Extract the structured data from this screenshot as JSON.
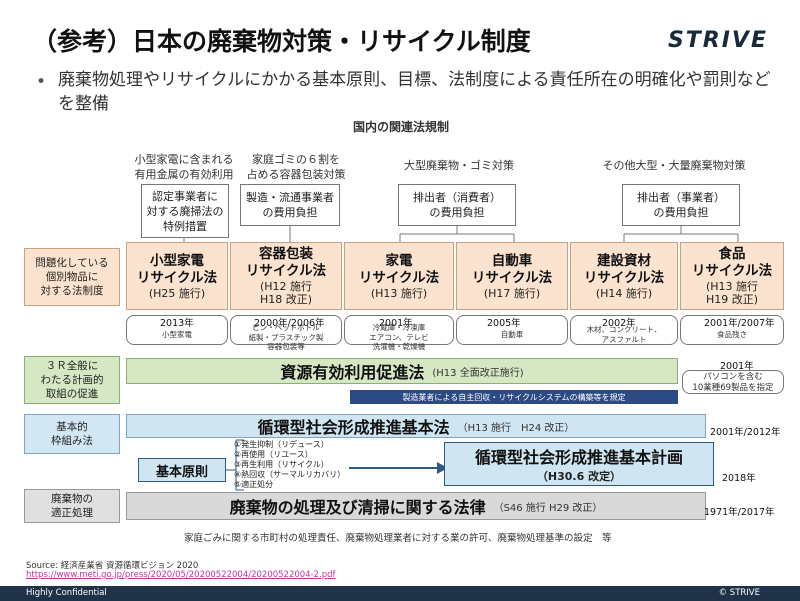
{
  "header": {
    "title": "（参考）日本の廃棄物対策・リサイクル制度",
    "logo": "STRIVE",
    "bullet_marker": "•",
    "bullet": "廃棄物処理やリサイクルにかかる基本原則、目標、法制度による責任所在の明確化や罰則などを整備"
  },
  "diagram": {
    "title": "国内の関連法規制",
    "categories": [
      {
        "line1": "小型家電に含まれる",
        "line2": "有用金属の有効利用"
      },
      {
        "line1": "家庭ゴミの６割を",
        "line2": "占める容器包装対策"
      },
      {
        "line1": "大型廃棄物・ゴミ対策",
        "line2": ""
      },
      {
        "line1": "その他大型・大量廃棄物対策",
        "line2": ""
      }
    ],
    "top_boxes": [
      {
        "line1": "認定事業者に",
        "line2": "対する廃掃法の",
        "line3": "特例措置"
      },
      {
        "line1": "製造・流通事業者",
        "line2": "の費用負担",
        "line3": ""
      },
      {
        "line1": "排出者（消費者）",
        "line2": "の費用負担",
        "line3": ""
      },
      {
        "line1": "排出者（事業者）",
        "line2": "の費用負担",
        "line3": ""
      }
    ],
    "left_labels": [
      {
        "line1": "問題化している",
        "line2": "個別物品に",
        "line3": "対する法制度"
      },
      {
        "line1": "３Ｒ全般に",
        "line2": "わたる計画的",
        "line3": "取組の促進"
      },
      {
        "line1": "基本的",
        "line2": "枠組み法",
        "line3": ""
      },
      {
        "line1": "廃棄物の",
        "line2": "適正処理",
        "line3": ""
      }
    ],
    "laws": [
      {
        "name1": "小型家電",
        "name2": "リサイクル法",
        "sub1": "(H25 施行)",
        "sub2": "",
        "year": "2013年",
        "detail1": "小型家電",
        "detail2": "",
        "detail3": ""
      },
      {
        "name1": "容器包装",
        "name2": "リサイクル法",
        "sub1": "(H12 施行",
        "sub2": "H18 改正)",
        "year": "2000年/2006年",
        "detail1": "ビン・ペットボトル",
        "detail2": "紙製・プラスチック製",
        "detail3": "容器包装等"
      },
      {
        "name1": "家電",
        "name2": "リサイクル法",
        "sub1": "(H13 施行)",
        "sub2": "",
        "year": "2001年",
        "detail1": "冷蔵庫・冷凍庫",
        "detail2": "エアコン、テレビ",
        "detail3": "洗濯機・乾燥機"
      },
      {
        "name1": "自動車",
        "name2": "リサイクル法",
        "sub1": "(H17 施行)",
        "sub2": "",
        "year": "2005年",
        "detail1": "自動車",
        "detail2": "",
        "detail3": ""
      },
      {
        "name1": "建設資材",
        "name2": "リサイクル法",
        "sub1": "(H14 施行)",
        "sub2": "",
        "year": "2002年",
        "detail1": "木材、コンクリート、",
        "detail2": "アスファルト",
        "detail3": ""
      },
      {
        "name1": "食品",
        "name2": "リサイクル法",
        "sub1": "(H13 施行",
        "sub2": "H19 改正)",
        "year": "2001年/2007年",
        "detail1": "食品残さ",
        "detail2": "",
        "detail3": ""
      }
    ],
    "resource_law": {
      "name": "資源有効利用促進法",
      "sub": "(H13 全面改正施行)",
      "note": "製造業者による自主回収・リサイクルシステムの構築等を規定",
      "year": "2001年",
      "side1": "パソコンを含む",
      "side2": "10業種69製品を指定"
    },
    "basic_law": {
      "name": "循環型社会形成推進基本法",
      "sub": "（H13 施行　H24 改正）",
      "year": "2001年/2012年"
    },
    "basic_principle": "基本原則",
    "steps": [
      "①発生抑制（リデュース）",
      "②再使用（リユース）",
      "③再生利用（リサイクル）",
      "④熱回収（サーマルリカバリ）",
      "⑤適正処分"
    ],
    "plan": {
      "name": "循環型社会形成推進基本計画",
      "sub": "（H30.6 改定）",
      "year": "2018年"
    },
    "waste_law": {
      "name": "廃棄物の処理及び清掃に関する法律",
      "sub": "（S46 施行 H29 改正）",
      "year": "1971年/2017年",
      "note": "家庭ごみに関する市町村の処理責任、廃棄物処理業者に対する業の許可、廃棄物処理基準の設定　等"
    }
  },
  "source": {
    "label": "Source: 経済産業省 資源循環ビジョン 2020",
    "url": "https://www.meti.go.jp/press/2020/05/20200522004/20200522004-2.pdf"
  },
  "footer": {
    "left": "Highly Confidential",
    "right": "© STRIVE"
  },
  "colors": {
    "law_bg": "#fbe3cf",
    "green_bar": "#d6e8c3",
    "blue_bar": "#cfe5f2",
    "gray_bar": "#d9d9d9",
    "footer_bg": "#1f3247",
    "dark_note": "#2e4a86"
  }
}
